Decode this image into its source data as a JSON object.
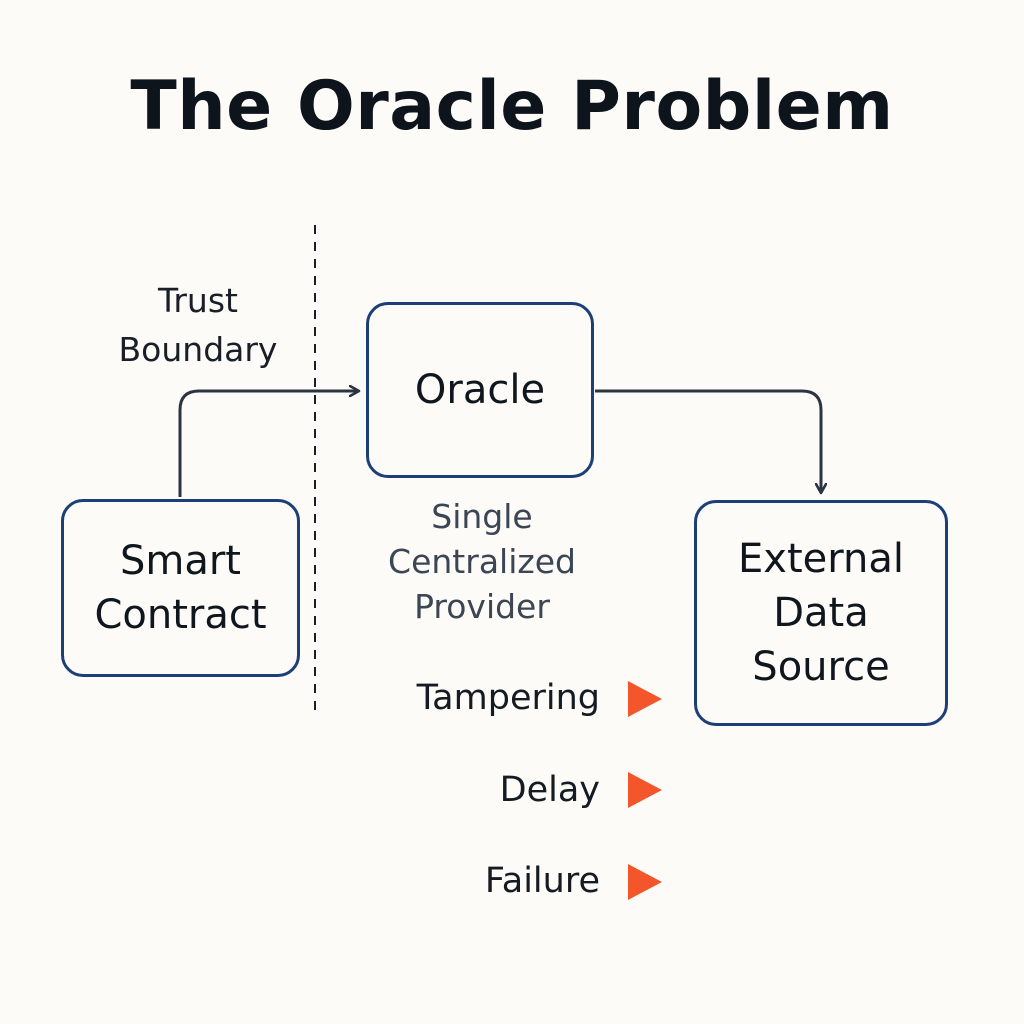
{
  "title": "The Oracle Problem",
  "nodes": {
    "smart_contract": "Smart\nContract",
    "oracle": "Oracle",
    "external_source": "External\nData\nSource"
  },
  "annotations": {
    "trust_boundary": "Trust\nBoundary",
    "oracle_note": "Single\nCentralized\nProvider"
  },
  "risks": [
    "Tampering",
    "Delay",
    "Failure"
  ],
  "colors": {
    "box_border": "#1d3f78",
    "arrow": "#2b3440",
    "risk_marker": "#f4562c",
    "background": "#fcfbf7"
  }
}
